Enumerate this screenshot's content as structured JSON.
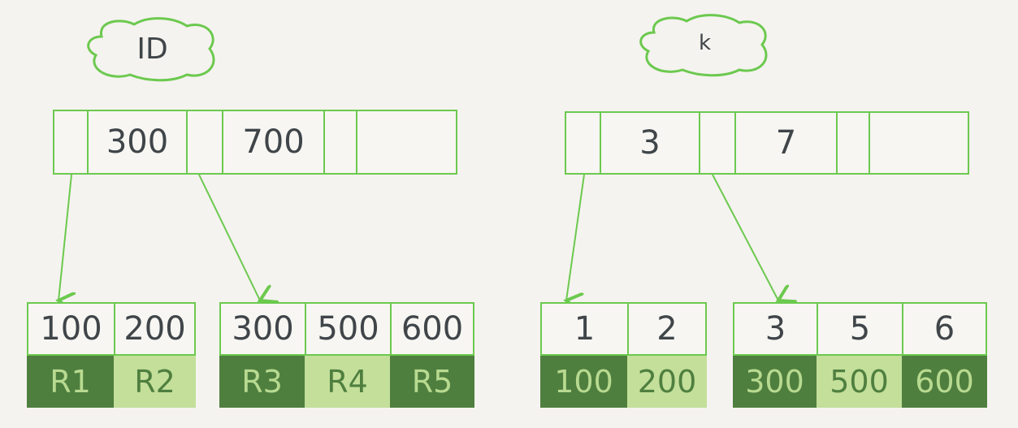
{
  "left_tree": {
    "title": "ID",
    "root_keys": [
      "300",
      "700"
    ],
    "leaves": [
      {
        "keys": [
          "100",
          "200"
        ],
        "values": [
          "R1",
          "R2"
        ]
      },
      {
        "keys": [
          "300",
          "500",
          "600"
        ],
        "values": [
          "R3",
          "R4",
          "R5"
        ]
      }
    ]
  },
  "right_tree": {
    "title": "k",
    "root_keys": [
      "3",
      "7"
    ],
    "leaves": [
      {
        "keys": [
          "1",
          "2"
        ],
        "values": [
          "100",
          "200"
        ]
      },
      {
        "keys": [
          "3",
          "5",
          "6"
        ],
        "values": [
          "300",
          "500",
          "600"
        ]
      }
    ]
  },
  "colors": {
    "border": "#6cc94f",
    "dark": "#4f7f3f",
    "light": "#c3df9a",
    "text": "#3f4549",
    "background": "#f5f3ef"
  }
}
